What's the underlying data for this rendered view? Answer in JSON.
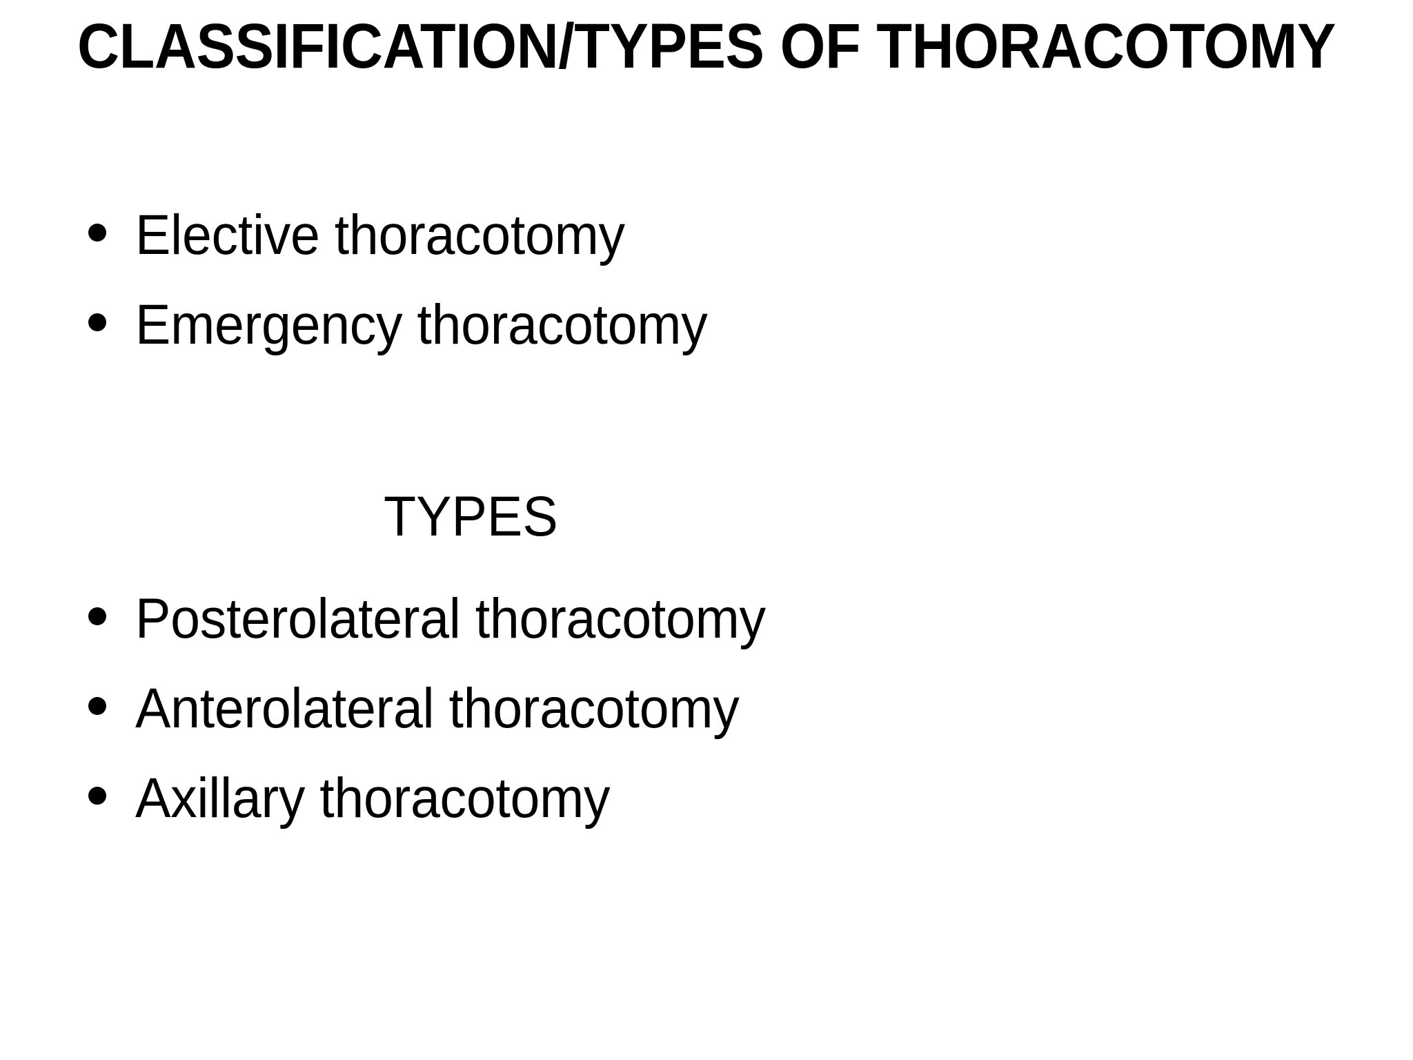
{
  "slide": {
    "background_color": "#ffffff",
    "text_color": "#000000",
    "title": "CLASSIFICATION/TYPES OF THORACOTOMY",
    "title_line_1": "CLASSIFICATION/TYPES OF",
    "title_line_2": "THORACOTOMY",
    "bullet_glyph": "•",
    "groups": [
      {
        "heading": "",
        "bullets": [
          {
            "label": "Elective thoracotomy"
          },
          {
            "label": "Emergency thoracotomy"
          }
        ]
      },
      {
        "heading": "TYPES",
        "bullets": [
          {
            "label": "Posterolateral thoracotomy"
          },
          {
            "label": "Anterolateral thoracotomy"
          },
          {
            "label": "Axillary thoracotomy"
          }
        ]
      }
    ]
  }
}
